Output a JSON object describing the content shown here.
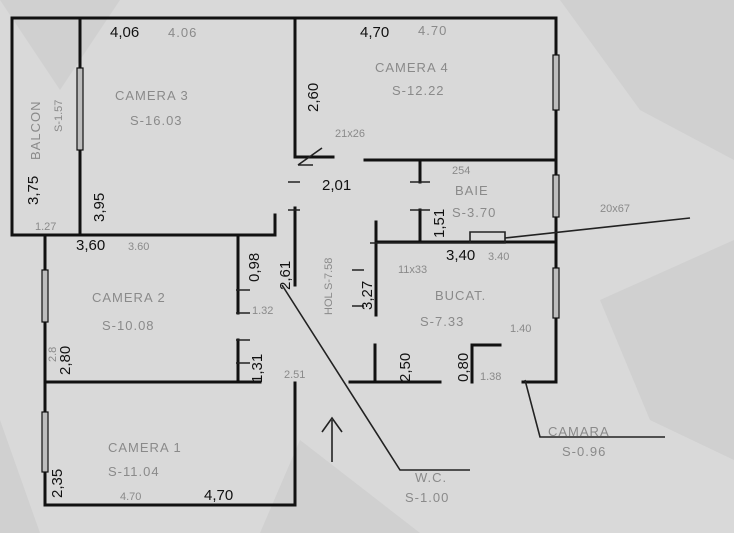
{
  "dimensions": {
    "d1": "4,06",
    "d2": "4,70",
    "d3": "2,60",
    "d4": "3,75",
    "d5": "3,95",
    "d6": "2,01",
    "d7": "1,51",
    "d8": "3,60",
    "d9": "0,98",
    "d10": "2,61",
    "d11": "3,40",
    "d12": "3,27",
    "d13": "2,80",
    "d14": "1,31",
    "d15": "2,50",
    "d16": "0,80",
    "d17": "2,35",
    "d18": "4,70"
  },
  "rooms": {
    "camera3": {
      "name": "CAMERA 3",
      "area": "S-16.03"
    },
    "camera4": {
      "name": "CAMERA 4",
      "area": "S-12.22"
    },
    "balcon": {
      "name": "BALCON",
      "area": "S-1.57"
    },
    "baie": {
      "name": "BAIE",
      "area": "S-3.70"
    },
    "hol": {
      "name": "HOL",
      "area": "S-7.58"
    },
    "bucat": {
      "name": "BUCAT.",
      "area": "S-7.33"
    },
    "camera2": {
      "name": "CAMERA 2",
      "area": "S-10.08"
    },
    "camera1": {
      "name": "CAMERA 1",
      "area": "S-11.04"
    },
    "wc": {
      "name": "W.C.",
      "area": "S-1.00"
    },
    "camara": {
      "name": "CAMARA",
      "area": "S-0.96"
    }
  },
  "pencil_marks": {
    "p1": "4.06",
    "p2": "4.70",
    "p3": "21x26",
    "p4": "254",
    "p5": "20x67",
    "p6": "1.27",
    "p7": "3.60",
    "p8": "3.40",
    "p9": "11x33",
    "p10": "1.32",
    "p11": "1.40",
    "p12": "1.38",
    "p13": "2.51",
    "p14": "4.70",
    "p15": "2.8"
  },
  "colors": {
    "walls": "#111111",
    "paper": "#d9d9d9",
    "pencil": "#8a8a8a"
  },
  "icons": {
    "north_arrow": "arrow-up-icon"
  }
}
